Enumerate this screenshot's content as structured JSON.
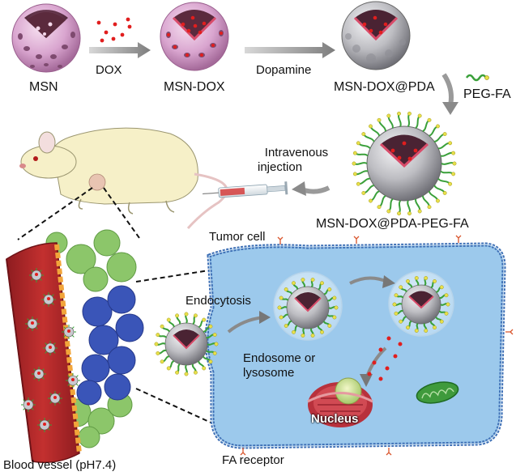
{
  "labels": {
    "msn": "MSN",
    "dox_arrow": "DOX",
    "msn_dox": "MSN-DOX",
    "dopamine": "Dopamine",
    "msn_dox_pda": "MSN-DOX@PDA",
    "peg_fa": "PEG-FA",
    "intravenous_line1": "Intravenous",
    "intravenous_line2": "injection",
    "final_np": "MSN-DOX@PDA-PEG-FA",
    "tumor_cell": "Tumor cell",
    "endocytosis": "Endocytosis",
    "endosome_line1": "Endosome or",
    "endosome_line2": "lysosome",
    "nucleus": "Nucleus",
    "fa_receptor": "FA receptor",
    "blood_vessel": "Blood vessel (pH7.4)"
  },
  "colors": {
    "msn_pink": "#d9a5cf",
    "msn_core": "#5c2a3e",
    "dox_red": "#e11e1e",
    "pda_gray": "#b9b9bd",
    "peg_green": "#3aa03a",
    "fa_yellow": "#e8e04a",
    "cell_blue": "#9cc9ec",
    "membrane_blue": "#3d6fb5",
    "vessel_red": "#b2262b",
    "vessel_orange": "#f2a53a",
    "tumor_green": "#8cc66a",
    "tumor_blue": "#3a55b8",
    "mouse_body": "#f6f0c8",
    "arrow_gray": "#8a8a8a"
  }
}
